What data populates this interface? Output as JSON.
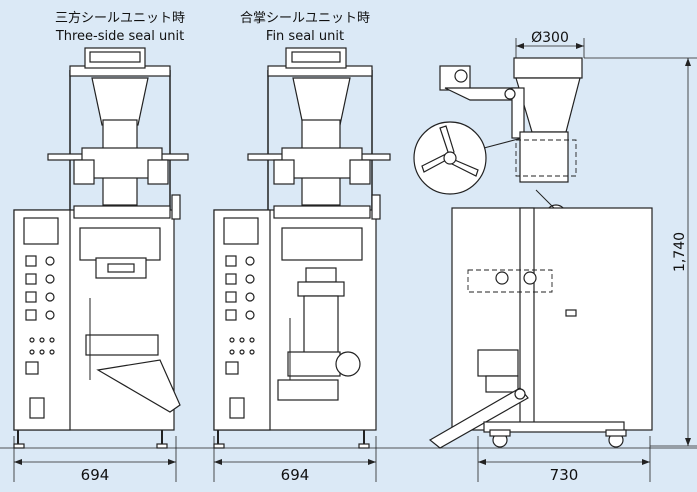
{
  "views": {
    "left": {
      "title_jp": "三方シールユニット時",
      "title_en": "Three-side seal unit",
      "width_dim": "694"
    },
    "middle": {
      "title_jp": "合掌シールユニット時",
      "title_en": "Fin seal unit",
      "width_dim": "694"
    },
    "right": {
      "diameter_dim": "Ø300",
      "height_dim": "1,740",
      "width_dim": "730"
    }
  },
  "colors": {
    "background": "#dbe9f6",
    "line": "#222222",
    "fill": "#ffffff"
  }
}
